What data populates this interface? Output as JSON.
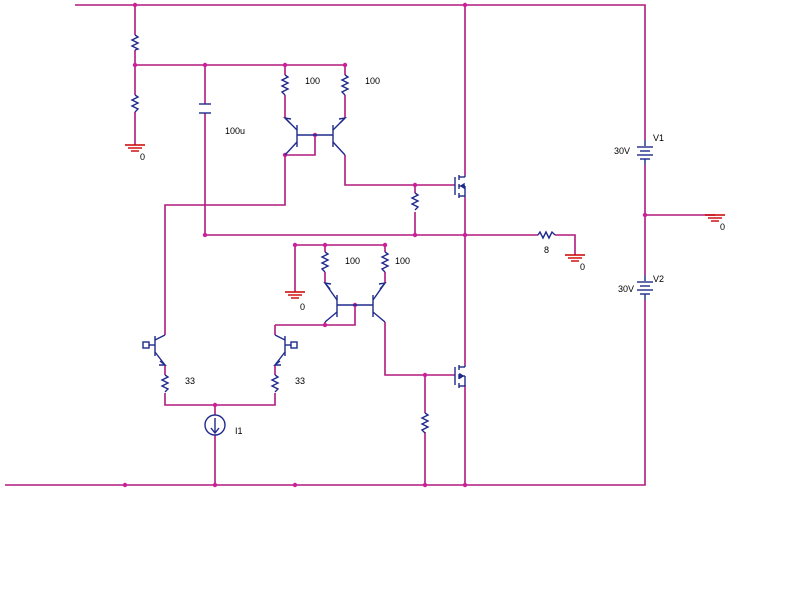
{
  "labels": {
    "r_top1": "100",
    "r_top2": "100",
    "r_bot1": "100",
    "r_bot2": "100",
    "cap": "100u",
    "gnd_top": "0",
    "gnd_mid": "0",
    "gnd_out": "0",
    "gnd_right": "0",
    "r_load": "8",
    "r_em1": "33",
    "r_em2": "33",
    "i_src": "I1",
    "v1_name": "V1",
    "v1_val": "30V",
    "v2_name": "V2",
    "v2_val": "30V"
  },
  "colors": {
    "wire": "#b0187d",
    "component": "#1f2a8c",
    "ground": "#cc0000",
    "node": "#cc1f9a"
  }
}
